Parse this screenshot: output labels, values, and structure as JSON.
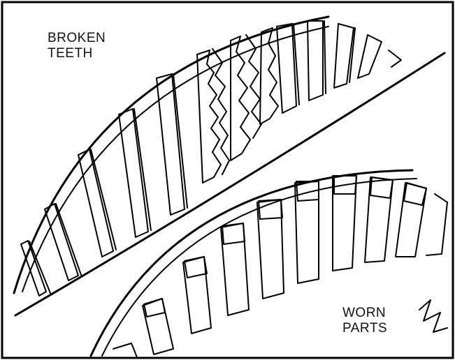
{
  "labels": {
    "broken_line1": "BROKEN",
    "broken_line2": "TEETH",
    "worn_line1": "WORN",
    "worn_line2": "PARTS"
  }
}
